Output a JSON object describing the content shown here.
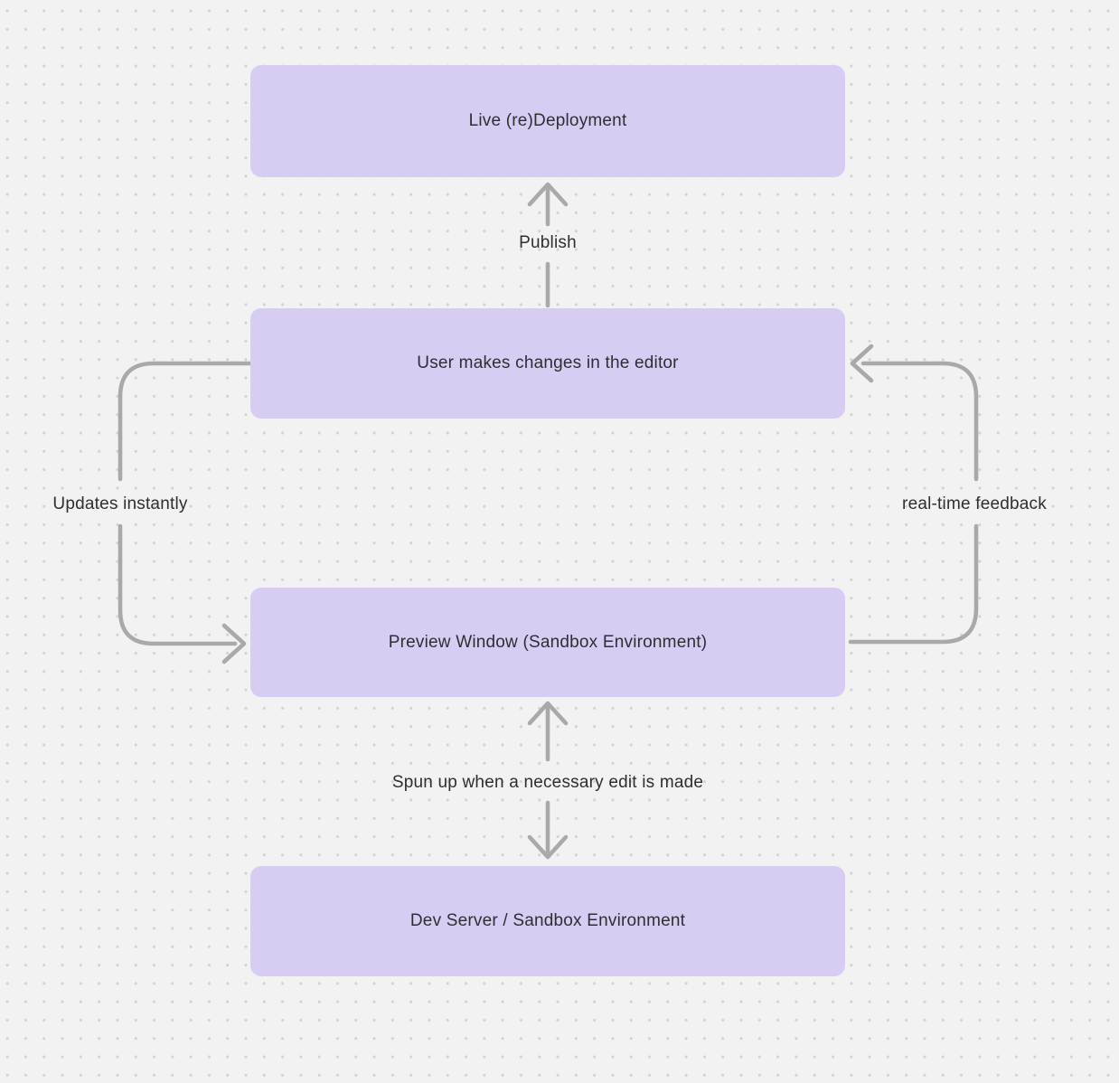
{
  "diagram": {
    "type": "flowchart",
    "nodes": [
      {
        "id": "live-deployment",
        "label": "Live (re)Deployment"
      },
      {
        "id": "editor",
        "label": "User makes changes in the editor"
      },
      {
        "id": "preview",
        "label": "Preview Window (Sandbox Environment)"
      },
      {
        "id": "dev-server",
        "label": "Dev Server / Sandbox Environment"
      }
    ],
    "edges": [
      {
        "from": "editor",
        "to": "live-deployment",
        "label": "Publish",
        "direction": "one-way"
      },
      {
        "from": "editor",
        "to": "preview",
        "label": "Updates instantly",
        "direction": "one-way"
      },
      {
        "from": "preview",
        "to": "editor",
        "label": "real-time feedback",
        "direction": "one-way"
      },
      {
        "from": "preview",
        "to": "dev-server",
        "label": "Spun up when a necessary edit is made",
        "direction": "two-way"
      }
    ]
  },
  "colors": {
    "background": "#f2f2f2",
    "dot": "#d2d2d2",
    "node_fill": "#d7cdf3",
    "node_text": "#2e2e33",
    "edge_stroke": "#a9a9a9",
    "edge_label_text": "#2e2e33"
  }
}
